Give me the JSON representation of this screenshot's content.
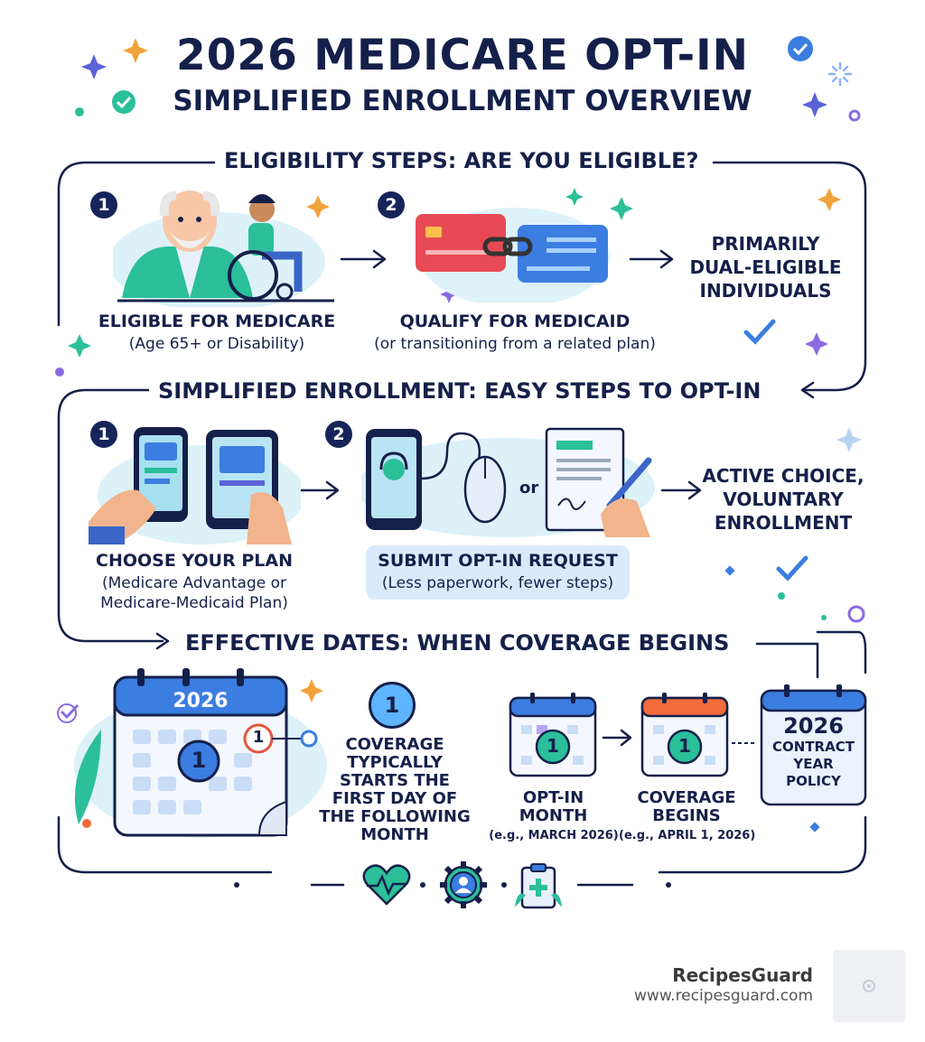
{
  "title": {
    "line1": "2026 MEDICARE OPT-IN",
    "line2": "SIMPLIFIED ENROLLMENT OVERVIEW"
  },
  "eligibility": {
    "heading": "ELIGIBILITY STEPS: ARE YOU ELIGIBLE?",
    "steps": [
      {
        "number": "1",
        "label": "ELIGIBLE FOR MEDICARE",
        "sub": "(Age 65+ or Disability)"
      },
      {
        "number": "2",
        "label": "QUALIFY FOR MEDICAID",
        "sub": "(or transitioning from a related plan)"
      }
    ],
    "result": [
      "PRIMARILY",
      "DUAL-ELIGIBLE",
      "INDIVIDUALS"
    ]
  },
  "enrollment": {
    "heading": "SIMPLIFIED ENROLLMENT: EASY STEPS TO OPT-IN",
    "steps": [
      {
        "number": "1",
        "label": "CHOOSE YOUR PLAN",
        "sub1": "(Medicare Advantage or",
        "sub2": "Medicare-Medicaid Plan)"
      },
      {
        "number": "2",
        "label": "SUBMIT OPT-IN REQUEST",
        "sub": "(Less paperwork, fewer steps)"
      }
    ],
    "or_text": "or",
    "result": [
      "ACTIVE CHOICE,",
      "VOLUNTARY",
      "ENROLLMENT"
    ]
  },
  "effective": {
    "heading": "EFFECTIVE DATES: WHEN COVERAGE BEGINS",
    "calendar_year": "2026",
    "calendar_day": "1",
    "marker_day": "1",
    "badge": "1",
    "coverage_text": [
      "COVERAGE",
      "TYPICALLY",
      "STARTS THE",
      "FIRST DAY OF",
      "THE FOLLOWING",
      "MONTH"
    ],
    "optin_month": {
      "day": "1",
      "label": [
        "OPT-IN",
        "MONTH"
      ],
      "example": "(e.g., MARCH 2026)"
    },
    "coverage_begins": {
      "day": "1",
      "label": [
        "COVERAGE",
        "BEGINS"
      ],
      "example": "(e.g., APRIL 1, 2026)"
    },
    "contract": [
      "2026",
      "CONTRACT",
      "YEAR",
      "POLICY"
    ]
  },
  "footer": {
    "brand": "RecipesGuard",
    "url": "www.recipesguard.com"
  },
  "colors": {
    "navy": "#15204a",
    "blue": "#3b7de0",
    "teal": "#2bbf9a",
    "red": "#e2563f"
  }
}
